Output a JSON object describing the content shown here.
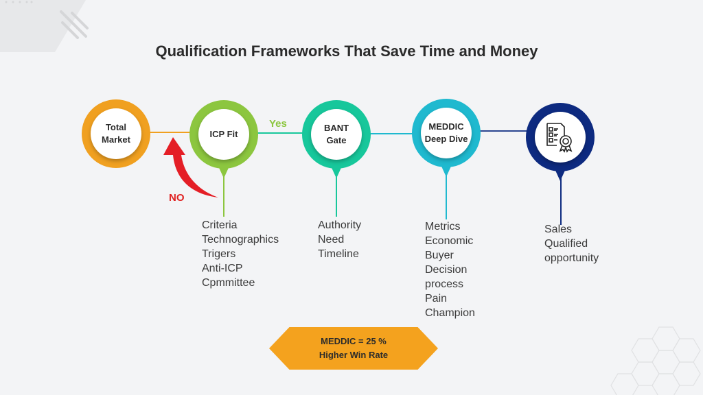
{
  "title": "Qualification Frameworks That Save Time and Money",
  "nodes": [
    {
      "label_lines": [
        "Total",
        "Market"
      ],
      "color": "#f0a020"
    },
    {
      "label_lines": [
        "ICP Fit"
      ],
      "color": "#8cc63f",
      "items": [
        "Criteria",
        "Technographics",
        "Trigers",
        "Anti-ICP",
        "Cpmmittee"
      ]
    },
    {
      "label_lines": [
        "BANT",
        "Gate"
      ],
      "color": "#17c79b",
      "items": [
        "Authority",
        "Need",
        "Timeline"
      ]
    },
    {
      "label_lines": [
        "MEDDIC",
        "Deep Dive"
      ],
      "color": "#1fb9cf",
      "items": [
        "Metrics",
        "Economic",
        "Buyer",
        "Decision",
        "process",
        "Pain",
        "Champion"
      ]
    },
    {
      "icon": "certificate-checklist-icon",
      "color": "#0d2a80",
      "items": [
        "Sales",
        "Qualified",
        "opportunity"
      ]
    }
  ],
  "yes_label": "Yes",
  "no_label": "NO",
  "badge": {
    "line1": "MEDDIC = 25 %",
    "line2": "Higher Win Rate"
  }
}
